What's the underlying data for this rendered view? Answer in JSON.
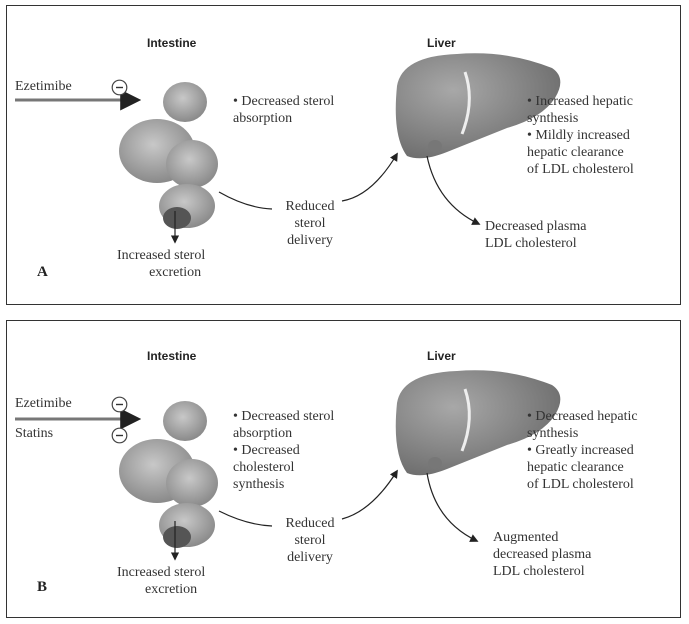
{
  "panels": [
    {
      "label": "A",
      "intestine_heading": "Intestine",
      "liver_heading": "Liver",
      "drugs": [
        "Ezetimibe"
      ],
      "intestine_effects": [
        [
          "• Decreased sterol",
          "absorption"
        ]
      ],
      "excretion": [
        "Increased sterol",
        "excretion"
      ],
      "delivery": [
        "Reduced",
        "sterol",
        "delivery"
      ],
      "liver_effects": [
        [
          "• Increased hepatic",
          "synthesis"
        ],
        [
          "• Mildly increased",
          "hepatic clearance",
          "of LDL cholesterol"
        ]
      ],
      "plasma": [
        "Decreased plasma",
        "LDL cholesterol"
      ]
    },
    {
      "label": "B",
      "intestine_heading": "Intestine",
      "liver_heading": "Liver",
      "drugs": [
        "Ezetimibe",
        "Statins"
      ],
      "intestine_effects": [
        [
          "• Decreased sterol",
          "absorption"
        ],
        [
          "• Decreased",
          "cholesterol",
          "synthesis"
        ]
      ],
      "excretion": [
        "Increased sterol",
        "excretion"
      ],
      "delivery": [
        "Reduced",
        "sterol",
        "delivery"
      ],
      "liver_effects": [
        [
          "• Decreased hepatic",
          "synthesis"
        ],
        [
          "• Greatly increased",
          "hepatic clearance",
          "of LDL cholesterol"
        ]
      ],
      "plasma": [
        "Augmented",
        "decreased plasma",
        "LDL cholesterol"
      ]
    }
  ],
  "inhibit_symbol": "−",
  "colors": {
    "organ_fill": "#9a9a9a",
    "organ_dark": "#6f6f6f",
    "border": "#333333"
  }
}
